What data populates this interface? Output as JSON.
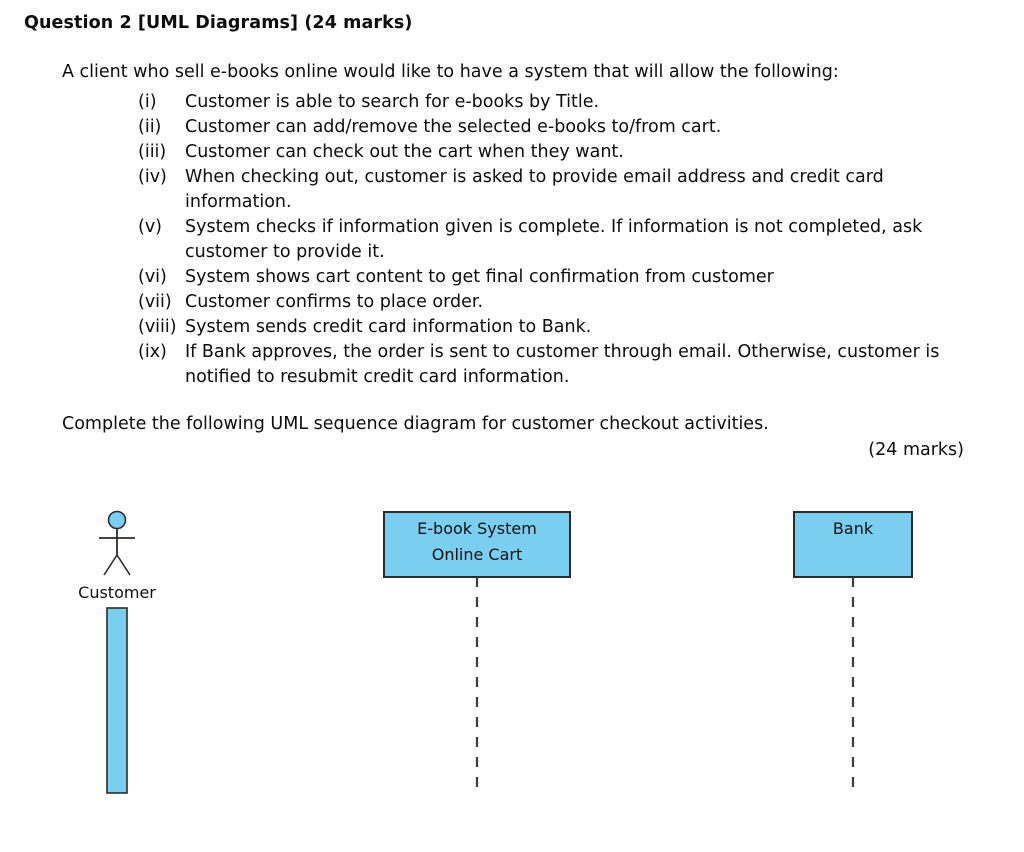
{
  "heading": "Question 2 [UML Diagrams] (24 marks)",
  "intro": "A client who sell e-books online would like to have a system that will allow the following:",
  "requirements": [
    {
      "num": "(i)",
      "text": "Customer is able to search for e-books by Title."
    },
    {
      "num": "(ii)",
      "text": "Customer can add/remove the selected e-books to/from cart."
    },
    {
      "num": "(iii)",
      "text": "Customer can check out the cart when they want."
    },
    {
      "num": "(iv)",
      "text": "When checking out, customer is asked to provide email address and credit card information."
    },
    {
      "num": "(v)",
      "text": "System checks if information given is complete. If information is not completed, ask customer to provide it."
    },
    {
      "num": "(vi)",
      "text": "System shows cart content to get final confirmation from customer"
    },
    {
      "num": "(vii)",
      "text": "Customer confirms to place order."
    },
    {
      "num": "(viii)",
      "text": "System sends credit card information to Bank."
    },
    {
      "num": "(ix)",
      "text": "If Bank approves, the order is sent to customer through email. Otherwise, customer is notified to resubmit credit card information."
    }
  ],
  "instruction": "Complete the following UML sequence diagram for customer checkout activities.",
  "marks": "(24 marks)",
  "diagram": {
    "colors": {
      "fill": "#7ACFF0",
      "stroke": "#2b2b2b",
      "lifeline": "#3a3a3a"
    },
    "actor": {
      "label": "Customer"
    },
    "participants": [
      {
        "name": "ebook-system",
        "line1": "E-book System",
        "line2": "Online Cart"
      },
      {
        "name": "bank",
        "line1": "Bank",
        "line2": ""
      }
    ]
  }
}
